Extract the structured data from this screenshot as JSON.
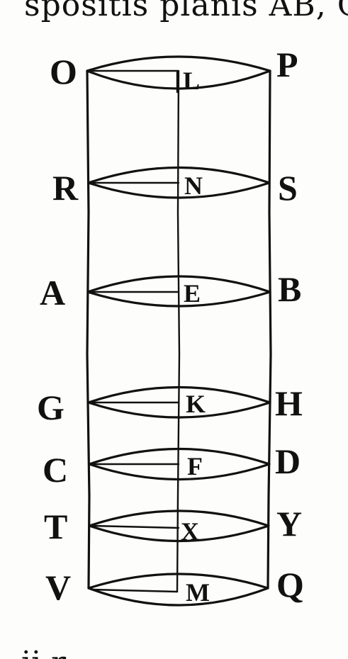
{
  "page": {
    "top_text": "spositis planis AB, CD",
    "bottom_text": "ii  r"
  },
  "figure": {
    "labels": {
      "O": "O",
      "L": "L",
      "P": "P",
      "R": "R",
      "N": "N",
      "S": "S",
      "A": "A",
      "E": "E",
      "B": "B",
      "G": "G",
      "K": "K",
      "H": "H",
      "C": "C",
      "F": "F",
      "D": "D",
      "T": "T",
      "X": "X",
      "Y": "Y",
      "V": "V",
      "M": "M",
      "Q": "Q"
    },
    "ink_color": "#111111",
    "paper_color": "#fdfdfb"
  }
}
